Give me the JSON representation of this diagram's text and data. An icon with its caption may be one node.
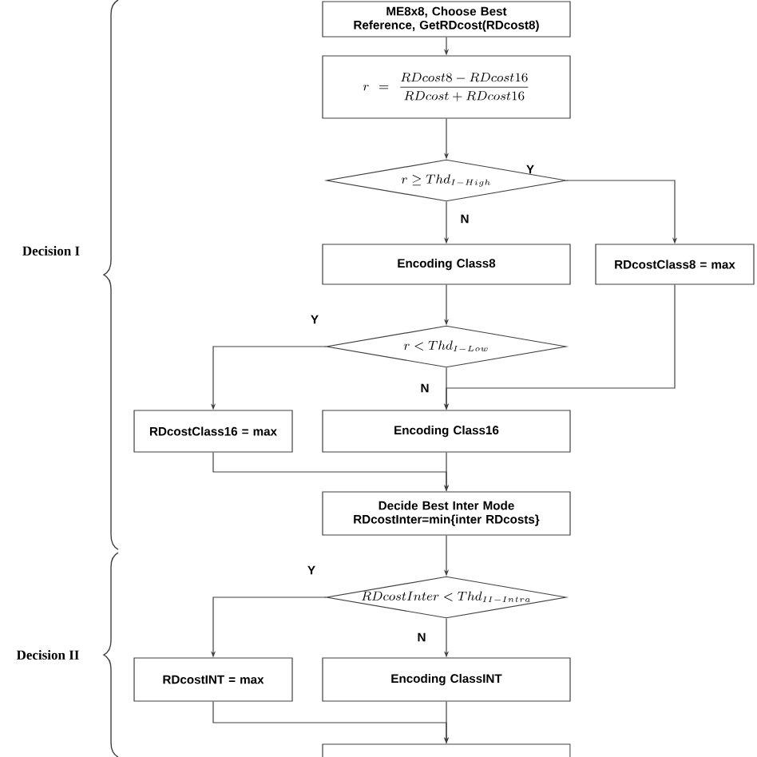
{
  "diagram": {
    "nodes": [
      {
        "text": [
          "ME8x8, Choose Best Reference, GetRDcost(RDcost8)"
        ]
      },
      {
        "text": [
          "r=\\frac{RDcost8-RDcost16}{RDcost+RDcost16}"
        ]
      },
      {
        "text": [
          "r\\geq Thd_{I-High}"
        ]
      },
      {
        "text": [
          "Encoding Class8"
        ]
      },
      {
        "text": [
          "RDcostClass8 = max"
        ]
      },
      {
        "text": [
          "r<Thd_{I-Low}"
        ]
      },
      {
        "text": [
          "RDcostClass16 = max"
        ]
      },
      {
        "text": [
          "Encoding Class16"
        ]
      },
      {
        "text": [
          "Decide Best Inter Mode",
          "RDcostInter=min{inter RDcosts}"
        ]
      },
      {
        "text": [
          "RDcostInter<Thd_{II-Intra}"
        ]
      },
      {
        "text": [
          "RDcostINT = max"
        ]
      },
      {
        "text": [
          "Encoding ClassINT"
        ]
      },
      {
        "text": [],
        "shape": "box"
      }
    ],
    "edges": [
      {
        "from": 0,
        "to": 1,
        "arrow": "to"
      },
      {
        "from": 1,
        "to": 2,
        "arrow": "to"
      },
      {
        "from": 2,
        "to": 4,
        "arrow": "to",
        "label": "Y"
      },
      {
        "from": 2,
        "to": 3,
        "arrow": "to",
        "label": "N"
      },
      {
        "from": 3,
        "to": 5,
        "arrow": "to"
      },
      {
        "from": 4,
        "to": 7,
        "arrow": "to"
      },
      {
        "from": 5,
        "to": 6,
        "arrow": "to",
        "label": "Y"
      },
      {
        "from": 5,
        "to": 7,
        "arrow": "to",
        "label": "N"
      },
      {
        "from": 6,
        "to": 8,
        "arrow": "to"
      },
      {
        "from": 7,
        "to": 8,
        "arrow": "to"
      },
      {
        "from": 8,
        "to": 9,
        "arrow": "to"
      },
      {
        "from": 9,
        "to": 10,
        "arrow": "to",
        "label": "Y"
      },
      {
        "from": 9,
        "to": 11,
        "arrow": "to",
        "label": "N"
      },
      {
        "from": 10,
        "to": 12,
        "arrow": "to"
      },
      {
        "from": 11,
        "to": 12,
        "arrow": "to"
      }
    ],
    "labels": [
      "Decision I",
      "Decision II"
    ]
  }
}
